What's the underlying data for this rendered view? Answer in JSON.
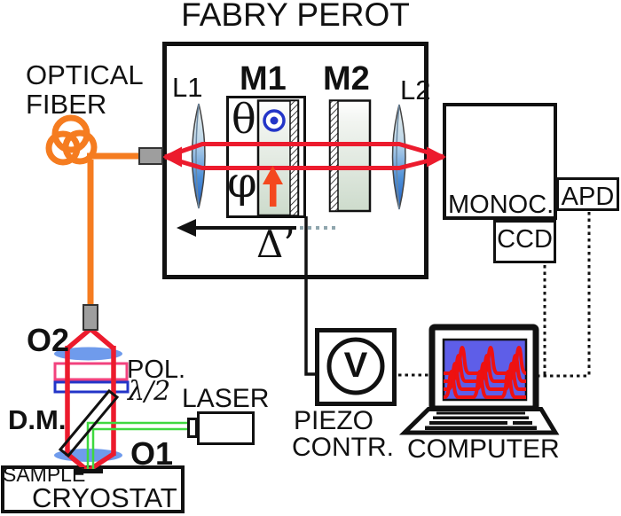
{
  "title": "FABRY PEROT",
  "labels": {
    "fabry_perot": "FABRY PEROT",
    "optical_fiber_line1": "OPTICAL",
    "optical_fiber_line2": "FIBER",
    "l1": "L1",
    "m1": "M1",
    "m2": "M2",
    "l2": "L2",
    "theta": "θ",
    "phi": "φ",
    "delta_prime": "Δ’",
    "monochromator": "MONOC.",
    "apd": "APD",
    "ccd": "CCD",
    "piezo_line1": "PIEZO",
    "piezo_line2": "CONTR.",
    "voltmeter": "V",
    "computer": "COMPUTER",
    "laser": "LASER",
    "objective1": "O1",
    "objective2": "O2",
    "polarizer": "POL.",
    "half_wave_plate": "λ/2",
    "dichroic_mirror": "D.M.",
    "sample": "SAMPLE",
    "cryostat": "CRYOSTAT"
  },
  "colors": {
    "beam_red": "#EC1B2D",
    "fiber_orange": "#F57C20",
    "lens_blue_deep": "#1C5FC8",
    "objective_blue": "#6F9BEC",
    "mirror_sage": "#CDDBCC",
    "polarizer_pink": "#F2427E",
    "spin_axis_blue": "#2335C8",
    "spin_arrow_red": "#F4481E",
    "laser_green": "#3FD93F",
    "screen_blue": "#5E5EE8",
    "trace_red": "#EE1111",
    "connector_gray": "#9E9E9E",
    "dotted_gray_blue": "#8FA6AE",
    "outline_black": "#111111"
  }
}
